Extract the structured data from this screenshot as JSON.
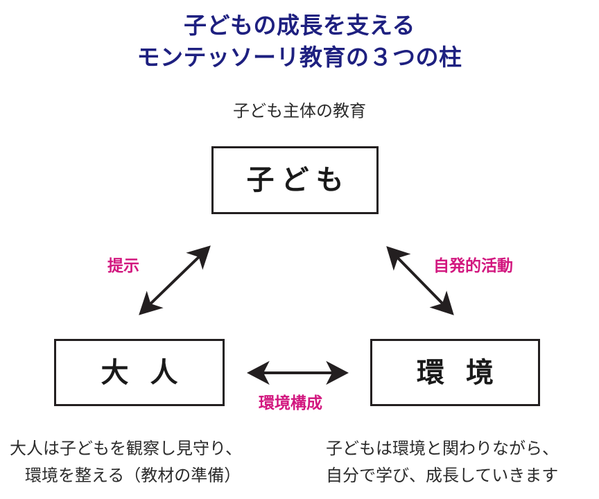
{
  "title": {
    "line1": "子どもの成長を支える",
    "line2": "モンテッソーリ教育の３つの柱",
    "color": "#1e2080"
  },
  "top_caption": "子ども主体の教育",
  "nodes": {
    "child": {
      "label": "子ども"
    },
    "adult": {
      "label": "大 人"
    },
    "environment": {
      "label": "環 境"
    }
  },
  "edges": {
    "presentation": {
      "label": "提示",
      "color": "#d2177f"
    },
    "spontaneous": {
      "label": "自発的活動",
      "color": "#d2177f"
    },
    "environment_design": {
      "label": "環境構成",
      "color": "#d2177f"
    }
  },
  "notes": {
    "left": {
      "line1": "大人は子どもを観察し見守り、",
      "line2": "環境を整える（教材の準備）"
    },
    "right": {
      "line1": "子どもは環境と関わりながら、",
      "line2": "自分で学び、成長していきます"
    }
  },
  "colors": {
    "background": "#ffffff",
    "outline": "#231f20",
    "accent_magenta": "#d2177f",
    "title_navy": "#1e2080",
    "body_text": "#2b2b2b"
  }
}
